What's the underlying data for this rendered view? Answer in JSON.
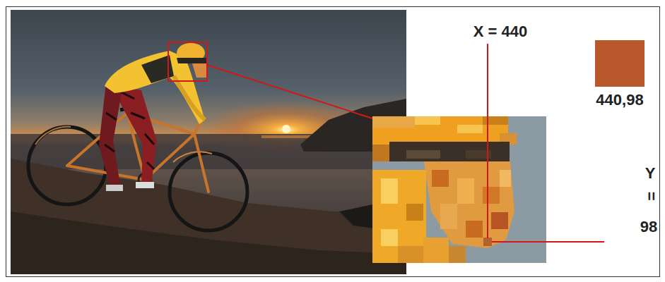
{
  "diagram": {
    "labels": [
      "X = 440",
      "440,98",
      "Y",
      "=",
      "98"
    ]
  }
}
